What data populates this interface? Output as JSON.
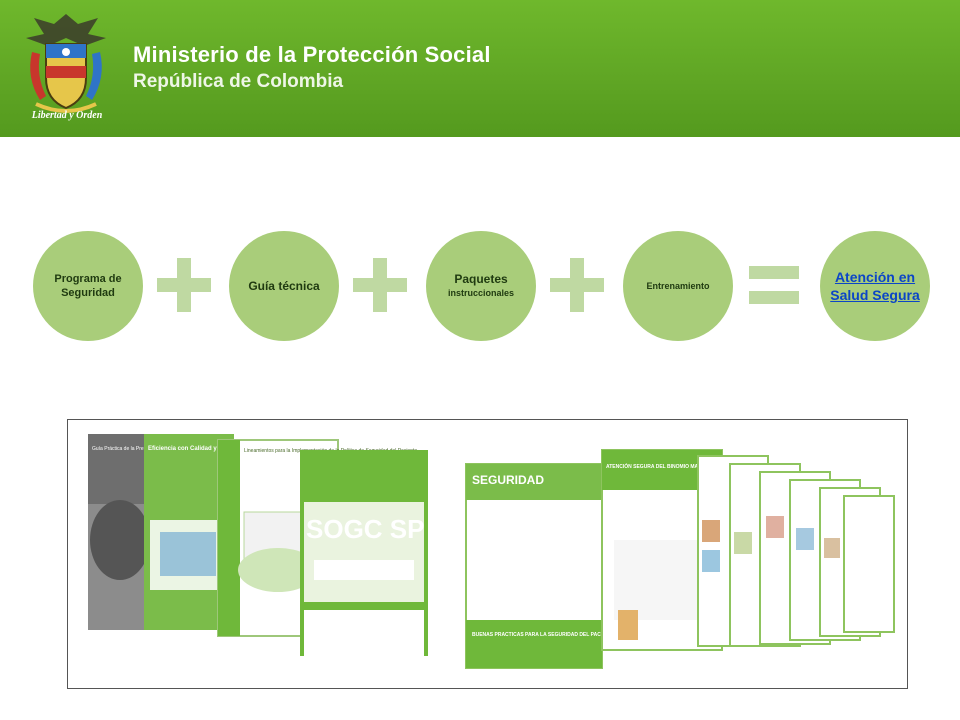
{
  "header": {
    "ministry": "Ministerio de la Protección Social",
    "republic": "República de Colombia",
    "motto": "Libertad y Orden",
    "bg_color": "#5fa524"
  },
  "diagram": {
    "nodes": [
      {
        "id": "programa",
        "label": "Programa de Seguridad"
      },
      {
        "id": "guia",
        "label": "Guía técnica"
      },
      {
        "id": "paquetes",
        "label": "Paquetes",
        "sublabel": "instruccionales"
      },
      {
        "id": "entrenamiento",
        "label": "Entrenamiento"
      },
      {
        "id": "resultado",
        "label": "Atención en Salud Segura",
        "is_link": true
      }
    ],
    "operators": [
      "plus",
      "plus",
      "plus",
      "equals"
    ],
    "circle_color": "#a9cd7a",
    "operator_color": "#bfd9a2",
    "link_color": "#0b45c7"
  },
  "documents": {
    "covers": [
      {
        "title": "Guía Práctica de la Preparación para la Acreditación"
      },
      {
        "title": "Eficiencia con Calidad y Seguridad PARA EL PACIENTE"
      },
      {
        "title": "Lineamientos para la Implementación de la Política de Seguridad del Paciente"
      },
      {
        "title": "SOGC SP"
      },
      {
        "title": "SEGURIDAD",
        "subtitle": "BUENAS PRACTICAS PARA LA SEGURIDAD DEL PACIENTE EN LA ATENCIÓN EN SALUD"
      },
      {
        "title": "ATENCIÓN SEGURA DEL BINOMIO MADRE - HIJO"
      }
    ]
  }
}
